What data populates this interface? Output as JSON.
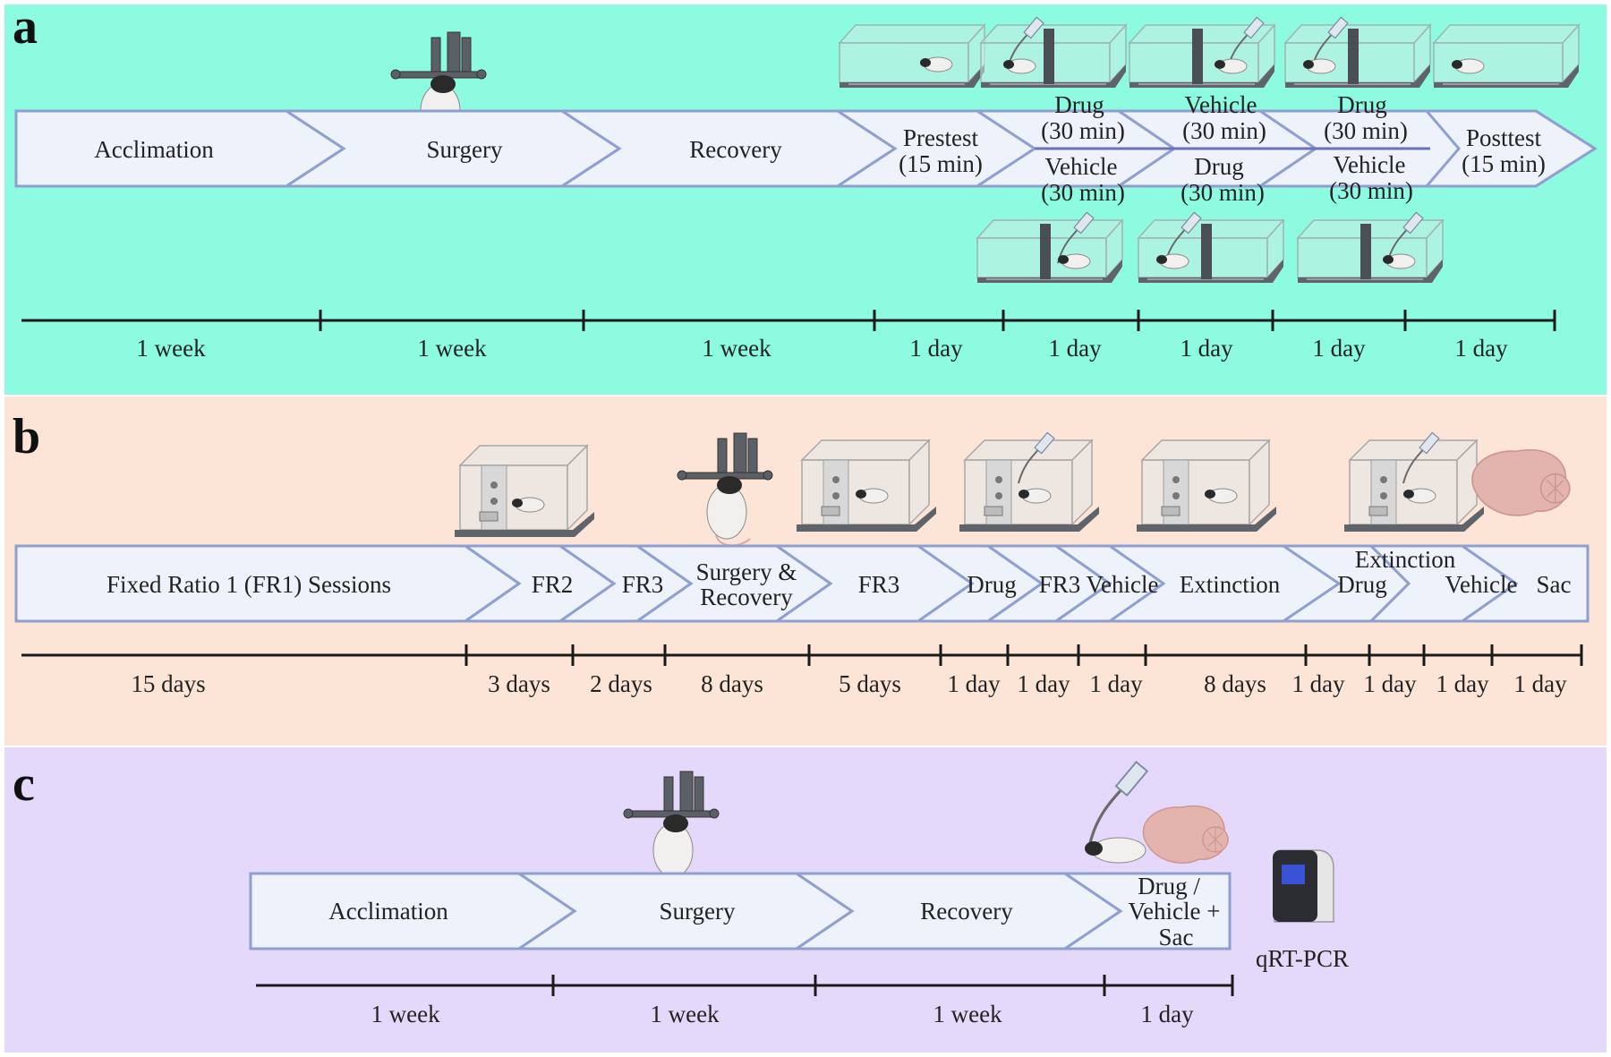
{
  "colors": {
    "panel_a_bg": "#8cfbe0",
    "panel_b_bg": "#fce5d6",
    "panel_c_bg": "#e5d9fb",
    "arrow_fill": "#eef3fb",
    "arrow_stroke": "#8f9fd0"
  },
  "icons": [
    "stereotaxic-mouse-icon",
    "place-conditioning-cage-icon",
    "operant-box-icon",
    "brain-slice-icon",
    "pcr-machine-icon",
    "tethered-mouse-icon"
  ],
  "panel_a": {
    "letter": "a",
    "stages": {
      "acclimation": "Acclimation",
      "surgery": "Surgery",
      "recovery": "Recovery",
      "prestest_1": "Prestest",
      "prestest_2": "(15 min)",
      "d1_top_1": "Drug",
      "d1_top_2": "(30 min)",
      "d1_bot_1": "Vehicle",
      "d1_bot_2": "(30 min)",
      "d2_top_1": "Vehicle",
      "d2_top_2": "(30 min)",
      "d2_bot_1": "Drug",
      "d2_bot_2": "(30 min)",
      "d3_top_1": "Drug",
      "d3_top_2": "(30 min)",
      "d3_bot_1": "Vehicle",
      "d3_bot_2": "(30 min)",
      "posttest_1": "Posttest",
      "posttest_2": "(15 min)"
    },
    "durations": [
      "1 week",
      "1 week",
      "1 week",
      "1 day",
      "1 day",
      "1 day",
      "1 day",
      "1 day"
    ]
  },
  "panel_b": {
    "letter": "b",
    "stages": {
      "fr1": "Fixed Ratio 1 (FR1) Sessions",
      "fr2": "FR2",
      "fr3a": "FR3",
      "surgery_1": "Surgery &",
      "surgery_2": "Recovery",
      "fr3b": "FR3",
      "drug": "Drug",
      "fr3c": "FR3",
      "vehicle": "Vehicle",
      "extinction": "Extinction",
      "ext_top": "Extinction",
      "ext_drug": "Drug",
      "vehicle2": "Vehicle",
      "sac": "Sac"
    },
    "durations": [
      "15 days",
      "3 days",
      "2 days",
      "8 days",
      "5 days",
      "1 day",
      "1 day",
      "1 day",
      "8 days",
      "1 day",
      "1 day",
      "1 day",
      "1 day"
    ]
  },
  "panel_c": {
    "letter": "c",
    "stages": {
      "acclimation": "Acclimation",
      "surgery": "Surgery",
      "recovery": "Recovery",
      "final_1": "Drug /",
      "final_2": "Vehicle +",
      "final_3": "Sac"
    },
    "durations": [
      "1 week",
      "1 week",
      "1 week",
      "1 day"
    ],
    "pcr_label": "qRT-PCR"
  }
}
